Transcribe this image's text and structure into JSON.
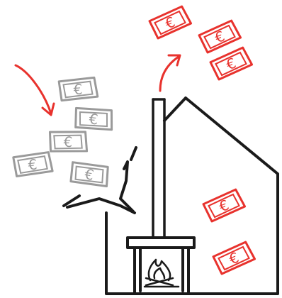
{
  "illustration": {
    "colors": {
      "ink": "#1a1a1a",
      "accent": "#e8322d",
      "muted": "#9a9a9a"
    },
    "banknote_symbol": "€",
    "icons": [
      "house-outline",
      "chimney-pipe",
      "fireplace",
      "fire-flame",
      "curved-arrow-in",
      "curved-arrow-out"
    ]
  }
}
